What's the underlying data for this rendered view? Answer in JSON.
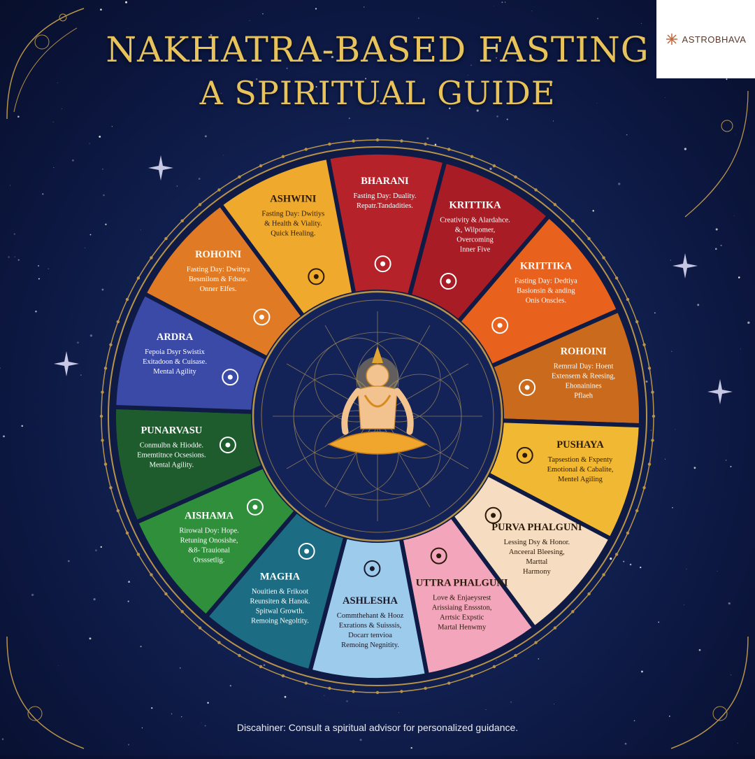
{
  "title": {
    "line1": "NAKHATRA-BASED FASTING",
    "line2": "A SPIRITUAL GUIDE"
  },
  "brand": {
    "name": "ASTROBHAVA",
    "icon": "sunburst-logo-icon"
  },
  "colors": {
    "background": "#101c4d",
    "title_gold": "#e8c25a",
    "ring_dark": "#132357"
  },
  "segments": [
    {
      "name": "BHARANI",
      "lines": [
        "Fasting Day: Duality.",
        "Repatr.Tandadities."
      ],
      "icon": "taurus-symbol-icon",
      "color": "#b5222a",
      "text_color": "#ffffff"
    },
    {
      "name": "KRITTIKA",
      "lines": [
        "Creativity & Alardahce.",
        "&, Wilpomer,",
        "Overcoming",
        "Inner Five"
      ],
      "icon": "flame-icon",
      "color": "#a81d25",
      "text_color": "#ffffff"
    },
    {
      "name": "KRITTIKA",
      "lines": [
        "Fasting Day: Dedtiya",
        "Basionsin & anding",
        "Onis Onscles."
      ],
      "icon": "flame-icon",
      "color": "#e8611d",
      "text_color": "#ffffff"
    },
    {
      "name": "ROHOINI",
      "lines": [
        "Remrral Day: Hoent",
        "Extensem & Reesing,",
        "Ehonainines",
        "Pflaeh"
      ],
      "icon": "cart-icon",
      "color": "#c96a1c",
      "text_color": "#ffffff"
    },
    {
      "name": "PUSHAYA",
      "lines": [
        "Tapsestion & Fxpenty",
        "Emotional & Cabalite,",
        "Mentel Agiling"
      ],
      "icon": "bow-arrow-icon",
      "color": "#f1b833",
      "text_color": "#2a1a0a"
    },
    {
      "name": "PURVA PHALGUNI",
      "lines": [
        "Lessing Dsy & Honor.",
        "Anceeral Bleesing,",
        "Marttal",
        "Harmony"
      ],
      "icon": "bed-icon",
      "color": "#f6dcc0",
      "text_color": "#2a1a0a"
    },
    {
      "name": "UTTRA PHALGUNI",
      "lines": [
        "Love & Enjaeysrest",
        "Arissiaing Enssston,",
        "Arrtsic Expstic",
        "Martal Henwmy"
      ],
      "icon": "hammock-icon",
      "color": "#f3a5bb",
      "text_color": "#2a1a0a"
    },
    {
      "name": "ASHLESHA",
      "lines": [
        "Commthehant & Hooz",
        "Exrations & Suisssis,",
        "Docarr tenvioa",
        "Remoing Negnitity."
      ],
      "icon": "shield-icon",
      "color": "#9ccbec",
      "text_color": "#1a1a2a"
    },
    {
      "name": "MAGHA",
      "lines": [
        "Nouitien & Frikoot",
        "Reunsiten & Hanok.",
        "Spitwal Growth.",
        "Remoing Negoltity."
      ],
      "icon": "serpent-icon",
      "color": "#1c6d84",
      "text_color": "#ffffff"
    },
    {
      "name": "AISHAMA",
      "lines": [
        "Rirowal Doy: Hope.",
        "Retuning Onosishe,",
        "&8- Trauional",
        "Orsssetlig."
      ],
      "icon": "coiled-snake-icon",
      "color": "#2f8f3a",
      "text_color": "#ffffff"
    },
    {
      "name": "PUNARVASU",
      "lines": [
        "Conmulbn & Hiodde.",
        "Ememtitnce Ocsesions.",
        "Mental Agility."
      ],
      "icon": "bow-icon",
      "color": "#1e5c2e",
      "text_color": "#ffffff"
    },
    {
      "name": "ARDRA",
      "lines": [
        "Fepoia Dsyr Swistix",
        "Exitadoon & Cuisase.",
        "Mental Agility"
      ],
      "icon": "trolley-icon",
      "color": "#3b4aa6",
      "text_color": "#ffffff"
    },
    {
      "name": "ROHOINI",
      "lines": [
        "Fasting Day: Dwittya",
        "Besmilom & Fdsne.",
        "Onner Elfes."
      ],
      "icon": "aries-symbol-icon",
      "color": "#e07a25",
      "text_color": "#ffffff"
    },
    {
      "name": "ASHWINI",
      "lines": [
        "Fasting Day: Dwitiys",
        "& Health & Viality.",
        "Quick Healing."
      ],
      "icon": "horse-head-icon",
      "color": "#efaa2d",
      "text_color": "#2a1a0a"
    }
  ],
  "center": {
    "figure": "meditating-deity-icon"
  },
  "disclaimer": "Discahiner: Consult a spiritual advisor for personalized guidance."
}
